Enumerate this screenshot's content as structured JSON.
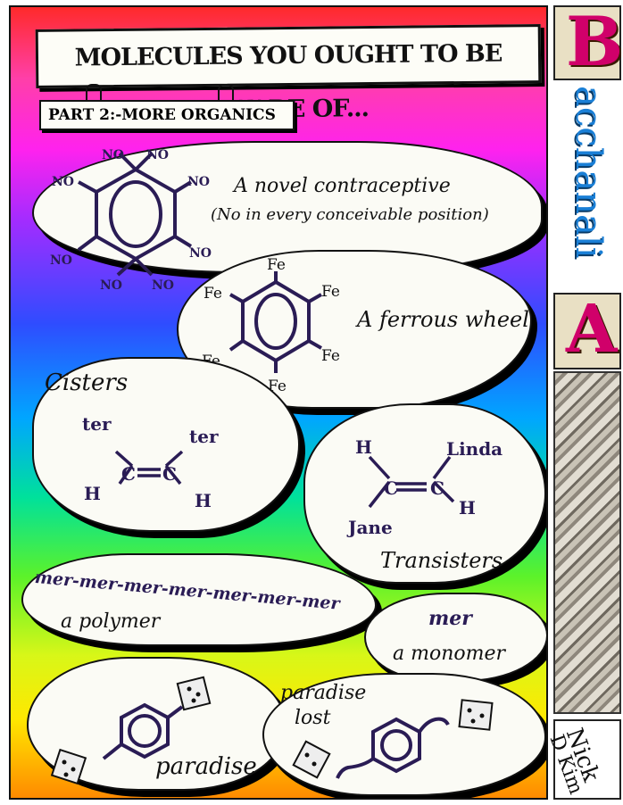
{
  "title": "MOLECULES YOU OUGHT TO BE AWARE OF...",
  "subtitle": "PART 2:-MORE ORGANICS",
  "panels": {
    "no_ring": {
      "substituent": "NO",
      "line1": "A novel contraceptive",
      "line2": "(No in every conceivable position)"
    },
    "fe_ring": {
      "substituent": "Fe",
      "label": "A ferrous wheel"
    },
    "cisters": {
      "title": "Cisters",
      "ter": "ter",
      "H": "H",
      "C": "C"
    },
    "transisters": {
      "H": "H",
      "Linda": "Linda",
      "Jane": "Jane",
      "C": "C",
      "label": "Transisters"
    },
    "polymer": {
      "chain": "mer-mer-mer-mer-mer-mer-mer",
      "label": "a polymer"
    },
    "monomer": {
      "mer": "mer",
      "label": "a monomer"
    },
    "paradise": {
      "label": "paradise"
    },
    "paradise_lost": {
      "line1": "paradise",
      "line2": "lost"
    }
  },
  "sidebar": {
    "letter_b": "B",
    "vertical": "acchanali",
    "letter_a": "A",
    "signature_line1": "Nick",
    "signature_line2": "D Kim"
  },
  "colors": {
    "ink": "#111111",
    "paper": "#fbfbf5",
    "title_letters": "#d0006a",
    "vertical_text": "#1a7fd6"
  }
}
